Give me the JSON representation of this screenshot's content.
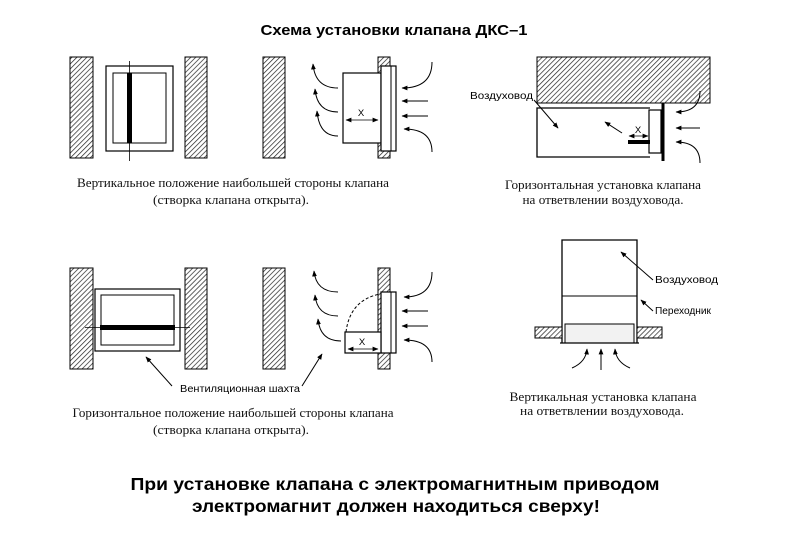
{
  "title": "Схема установки клапана ДКС–1",
  "dimension": {
    "symbol": "X"
  },
  "vertical_position": {
    "caption_line1": "Вертикальное положение наибольшей стороны клапана",
    "caption_line2": "(створка клапана открыта)."
  },
  "horizontal_position": {
    "caption_line1": "Горизонтальное положение наибольшей стороны клапана",
    "caption_line2": "(створка клапана открыта)."
  },
  "horizontal_branch": {
    "duct_label": "Воздуховод",
    "caption_line1": "Горизонтальная установка клапана",
    "caption_line2": "на ответвлении воздуховода."
  },
  "vertical_branch": {
    "duct_label": "Воздуховод",
    "adapter_label": "Переходник",
    "caption_line1": "Вертикальная установка клапана",
    "caption_line2": "на ответвлении воздуховода."
  },
  "shaft_label": "Вентиляционная шахта",
  "note": {
    "line1": "При установке клапана с электромагнитным приводом",
    "line2": "электромагнит должен находиться сверху!"
  }
}
